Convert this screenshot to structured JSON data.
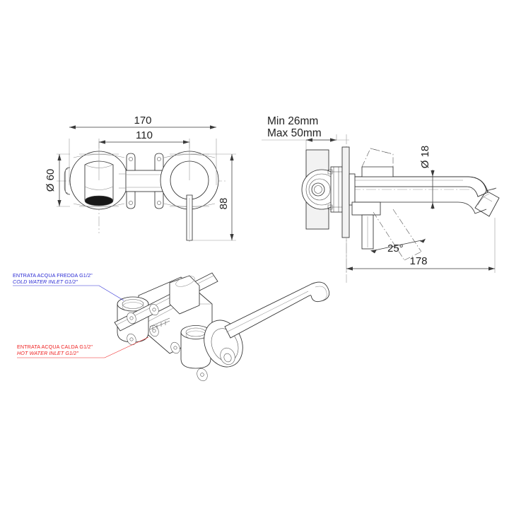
{
  "drawing": {
    "title": "Wall-mounted basin mixer technical drawing",
    "background_color": "#ffffff",
    "line_color": "#2e2e2e"
  },
  "front_view": {
    "name": "front-elevation",
    "dimensions": {
      "overall_width": "170",
      "center_distance": "110",
      "rosette_diameter": "Ø 60",
      "lever_drop_height": "88"
    }
  },
  "side_view": {
    "name": "side-elevation",
    "notes": {
      "wall_depth_min": "Min 26mm",
      "wall_depth_max": "Max 50mm"
    },
    "dimensions": {
      "spout_reach": "178",
      "spout_diameter": "Ø 18",
      "lever_angle": "25°"
    }
  },
  "iso_view": {
    "name": "isometric-rough-in-body",
    "annotations": [
      {
        "id": "cold-inlet",
        "line_it": "ENTRATA ACQUA FREDDA G1/2\"",
        "line_en": "COLD WATER INLET G1/2\"",
        "color": "#2b2bd4"
      },
      {
        "id": "hot-inlet",
        "line_it": "ENTRATA ACQUA CALDA G1/2\"",
        "line_en": "HOT WATER INLET G1/2\"",
        "color": "#ef2020"
      }
    ]
  }
}
